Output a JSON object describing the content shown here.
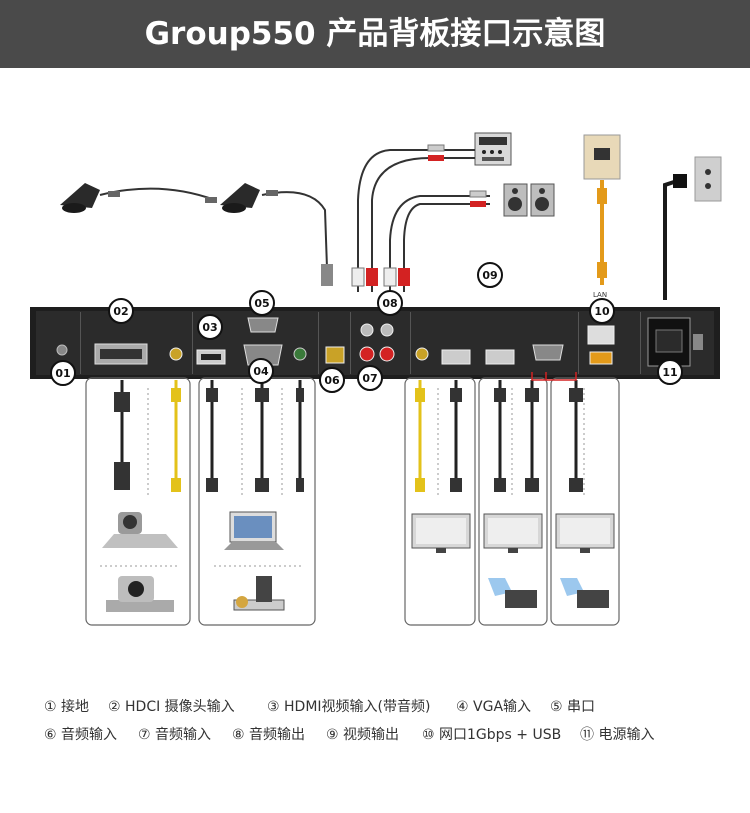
{
  "header": {
    "title": "Group550 产品背板接口示意图"
  },
  "callouts": [
    "01",
    "02",
    "03",
    "04",
    "05",
    "06",
    "07",
    "08",
    "09",
    "10",
    "11"
  ],
  "port_marks": {
    "lan": "LAN"
  },
  "legend": {
    "row1": [
      {
        "num": "①",
        "label": "接地"
      },
      {
        "num": "②",
        "label": "HDCI 摄像头输入"
      },
      {
        "num": "③",
        "label": "HDMI视频输入(带音频)"
      },
      {
        "num": "④",
        "label": "VGA输入"
      },
      {
        "num": "⑤",
        "label": "串口"
      }
    ],
    "row2": [
      {
        "num": "⑥",
        "label": "音频输入"
      },
      {
        "num": "⑦",
        "label": "音频输入"
      },
      {
        "num": "⑧",
        "label": "音频输出"
      },
      {
        "num": "⑨",
        "label": "视频输出"
      },
      {
        "num": "⑩",
        "label": "网口1Gbps + USB"
      },
      {
        "num": "⑪",
        "label": "电源输入"
      }
    ]
  },
  "colors": {
    "header_bg": "#4a4a4a",
    "panel": "#222222",
    "callout_stroke": "#111111",
    "cable_yellow": "#e3c21a",
    "plug_red": "#d32222",
    "lan_cable": "#e39a1a"
  }
}
